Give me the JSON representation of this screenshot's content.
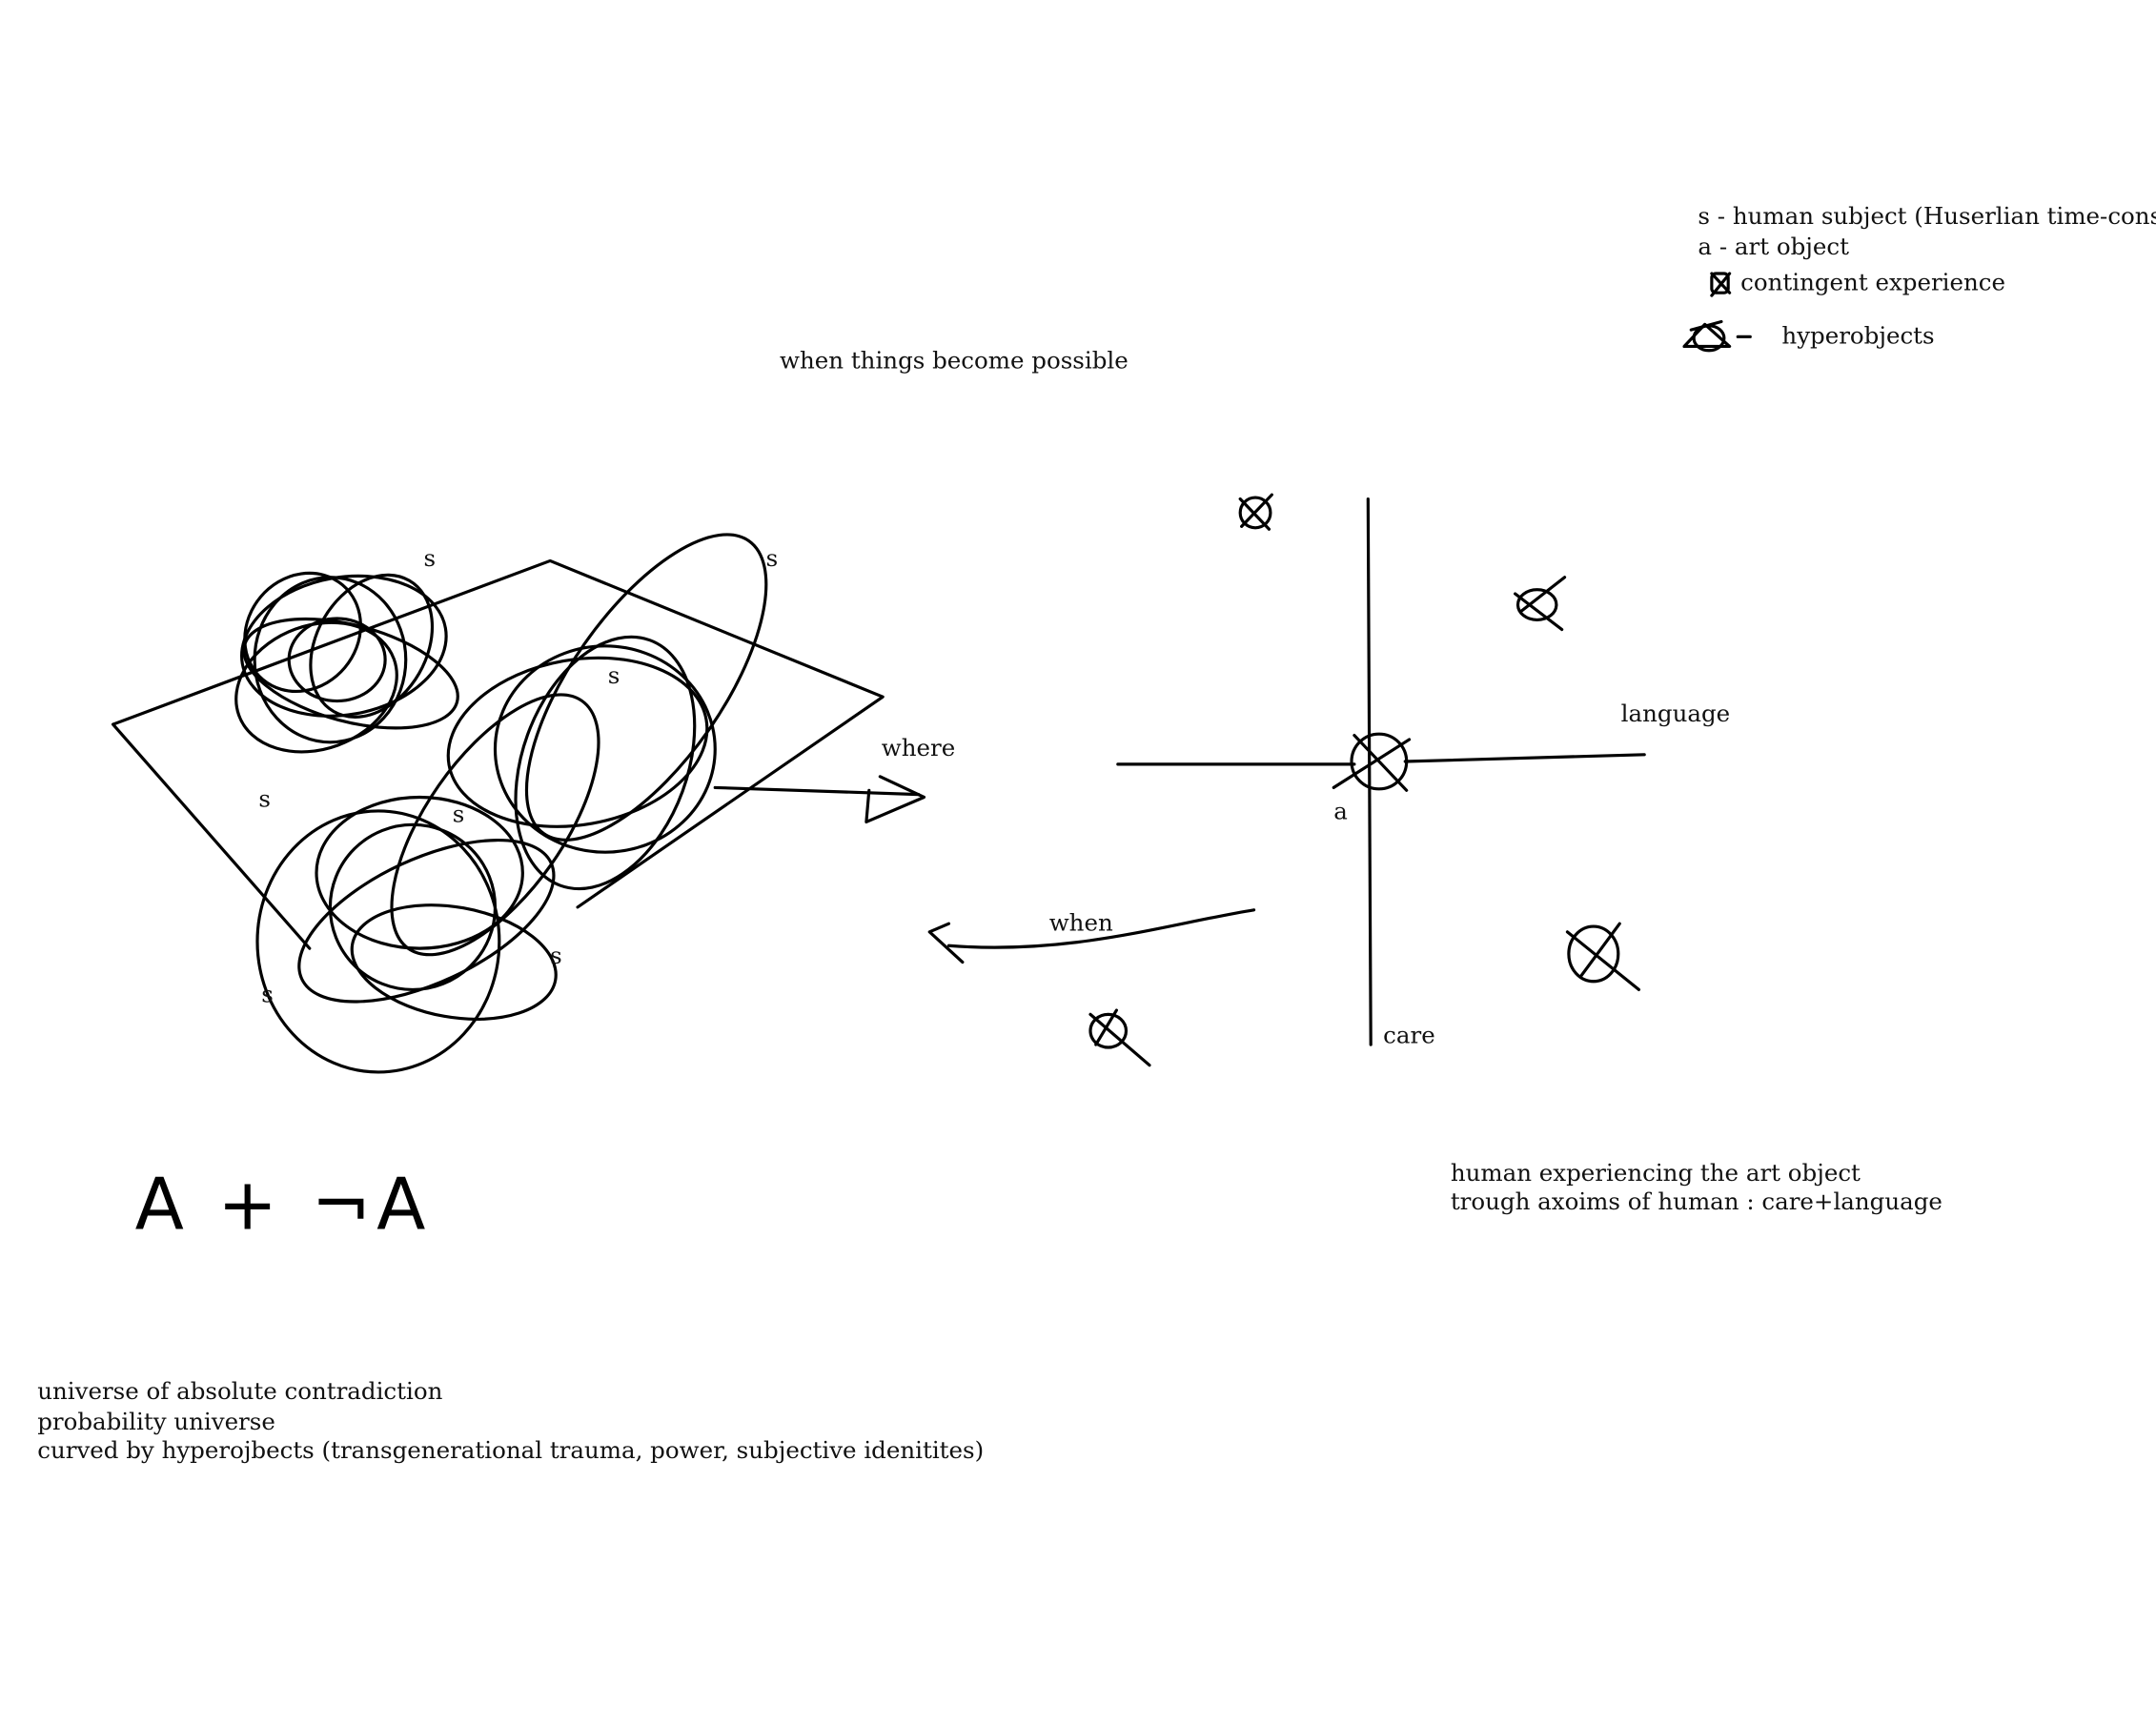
{
  "legend": {
    "subject": "s - human subject (Huserlian time-conscio",
    "art_object": "a - art object",
    "contingent": "contingent experience",
    "hyperobjects": "hyperobjects"
  },
  "left_diagram": {
    "title": "when things become possible",
    "subject_label": "s",
    "where_label": "where",
    "formula": "A + ¬A",
    "caption": [
      "universe of absolute contradiction",
      "probability universe",
      "curved by hyperojbects (transgenerational trauma, power, subjective idenitites)"
    ]
  },
  "right_diagram": {
    "art_label": "a",
    "x_axis_label": "language",
    "y_axis_label": "care",
    "when_label": "when",
    "caption": [
      "human experiencing the art object",
      "trough axoims of human : care+language"
    ]
  }
}
